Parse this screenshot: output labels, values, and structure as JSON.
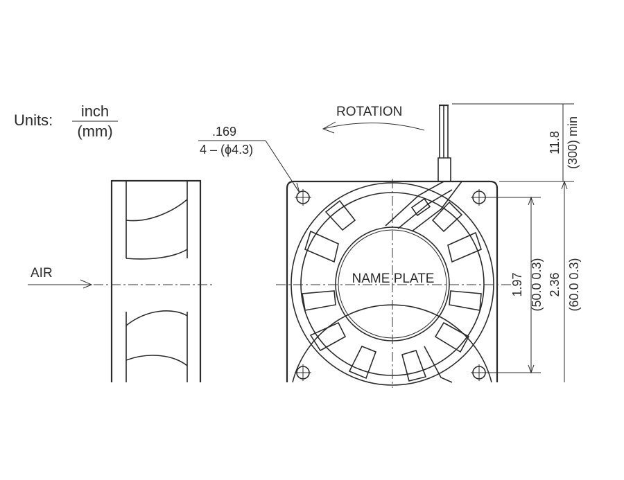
{
  "units": {
    "prefix": "Units:",
    "numerator": "inch",
    "denominator": "(mm)"
  },
  "labels": {
    "rotation": "ROTATION",
    "air": "AIR",
    "nameplate": "NAME PLATE"
  },
  "dimensions": {
    "hole_inch": ".169",
    "hole_mm": "4 – (ϕ4.3)",
    "lead_inch": "11.8",
    "lead_mm": "(300) min",
    "inner_inch": "1.97",
    "inner_mm": "(50.0 0.3)",
    "outer_inch": "2.36",
    "outer_mm": "(60.0 0.3)"
  },
  "colors": {
    "line": "#2a2a2a",
    "background": "#ffffff"
  }
}
